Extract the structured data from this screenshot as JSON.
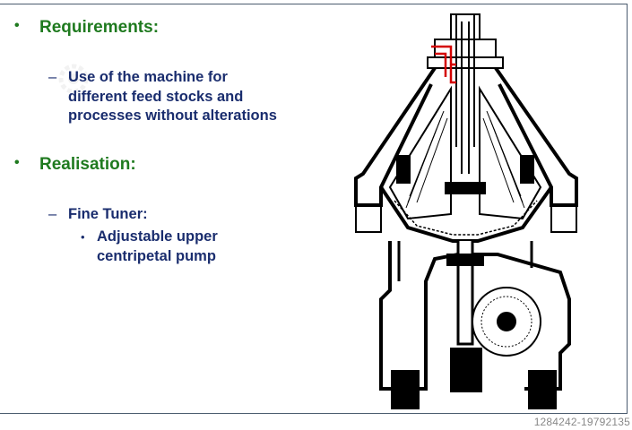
{
  "slide": {
    "bullets": [
      {
        "level": 1,
        "text": "Requirements:"
      },
      {
        "level": 2,
        "text": "Use of the machine for\ndifferent feed stocks and\nprocesses without alterations"
      },
      {
        "level": 1,
        "text": "Realisation:"
      },
      {
        "level": 2,
        "text": "Fine Tuner:"
      },
      {
        "level": 3,
        "text": "Adjustable upper\ncentripetal pump"
      }
    ],
    "markers": {
      "level1": "•",
      "level2": "–",
      "level3": "•"
    },
    "colors": {
      "heading_green": "#1f7a1f",
      "body_navy": "#1a2d6e",
      "highlight_red": "#d40000"
    }
  },
  "stamp": {
    "text": "1284242-19792135"
  }
}
